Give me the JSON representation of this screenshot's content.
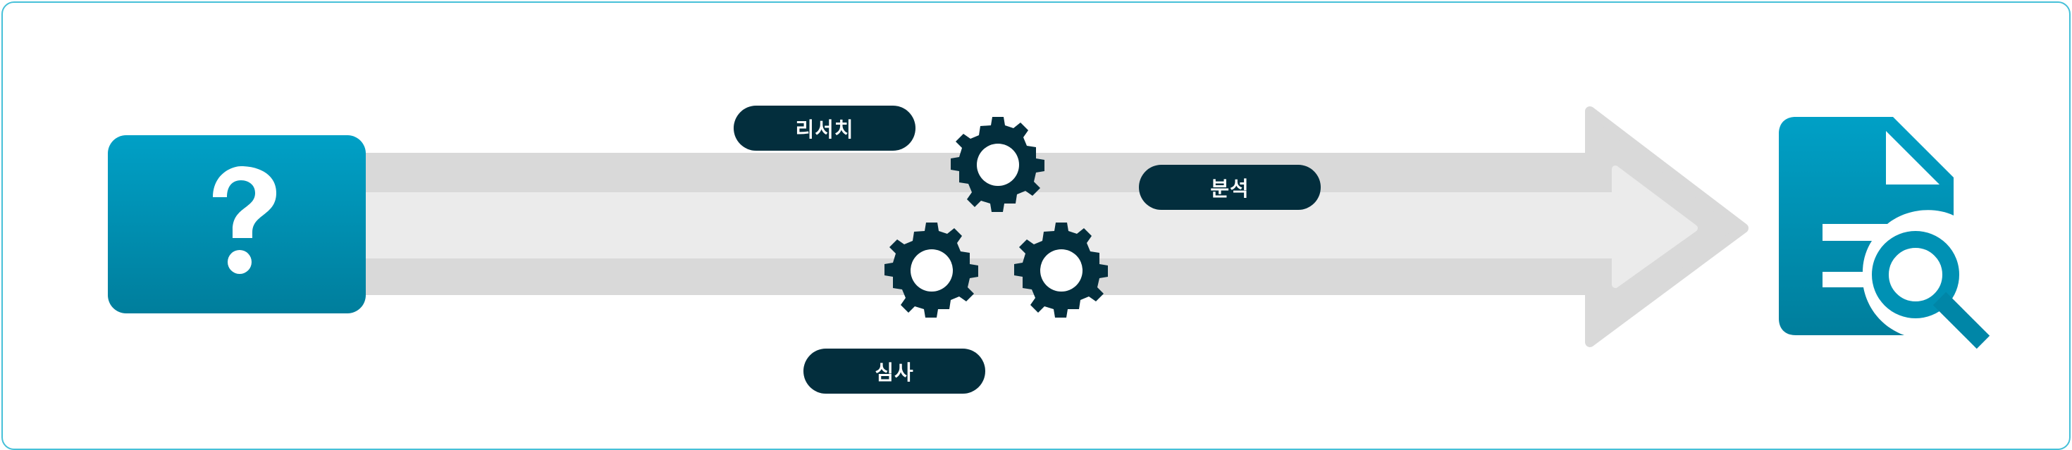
{
  "labels": {
    "research": "리서치",
    "analysis": "분석",
    "review": "심사"
  },
  "icons": {
    "start": "question-mark-icon",
    "process": "gears-icon",
    "end": "document-search-icon"
  },
  "colors": {
    "frame": "#45c0d8",
    "tile_top": "#00a0c6",
    "tile_bottom": "#007e9c",
    "pill": "#032e3d",
    "gear": "#032e3d",
    "arrow_outer": "#d9d9d9",
    "arrow_inner": "#ebebeb"
  }
}
